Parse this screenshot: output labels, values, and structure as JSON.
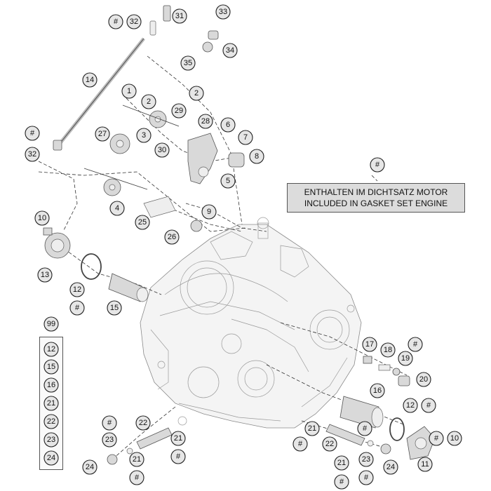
{
  "gasket_note": {
    "line_de": "ENTHALTEN IM DICHTSATZ MOTOR",
    "line_en": "INCLUDED IN GASKET SET ENGINE"
  },
  "callouts": {
    "c_hash_top": "#",
    "c1": "1",
    "c2a": "2",
    "c2b": "2",
    "c3": "3",
    "c4": "4",
    "c5": "5",
    "c6": "6",
    "c7": "7",
    "c8": "8",
    "c9": "9",
    "c10a": "10",
    "c10b": "10",
    "c11": "11",
    "c12a": "12",
    "c12b": "12",
    "c13": "13",
    "c14": "14",
    "c15": "15",
    "c16": "16",
    "c17": "17",
    "c18": "18",
    "c19": "19",
    "c20": "20",
    "c21a": "21",
    "c21b": "21",
    "c21c": "21",
    "c21d": "21",
    "c22a": "22",
    "c22b": "22",
    "c23a": "23",
    "c23b": "23",
    "c24a": "24",
    "c24b": "24",
    "c25": "25",
    "c26": "26",
    "c27": "27",
    "c28": "28",
    "c29": "29",
    "c30": "30",
    "c31": "31",
    "c32a": "32",
    "c32b": "32",
    "c33": "33",
    "c34": "34",
    "c35": "35",
    "c99": "99",
    "h1": "#",
    "h2": "#",
    "h3": "#",
    "h4": "#",
    "h5": "#",
    "h6": "#",
    "h7": "#",
    "h8": "#",
    "h9": "#",
    "h10": "#",
    "h11": "#",
    "h12": "#"
  },
  "kit_list": [
    "12",
    "15",
    "16",
    "21",
    "22",
    "23",
    "24"
  ]
}
